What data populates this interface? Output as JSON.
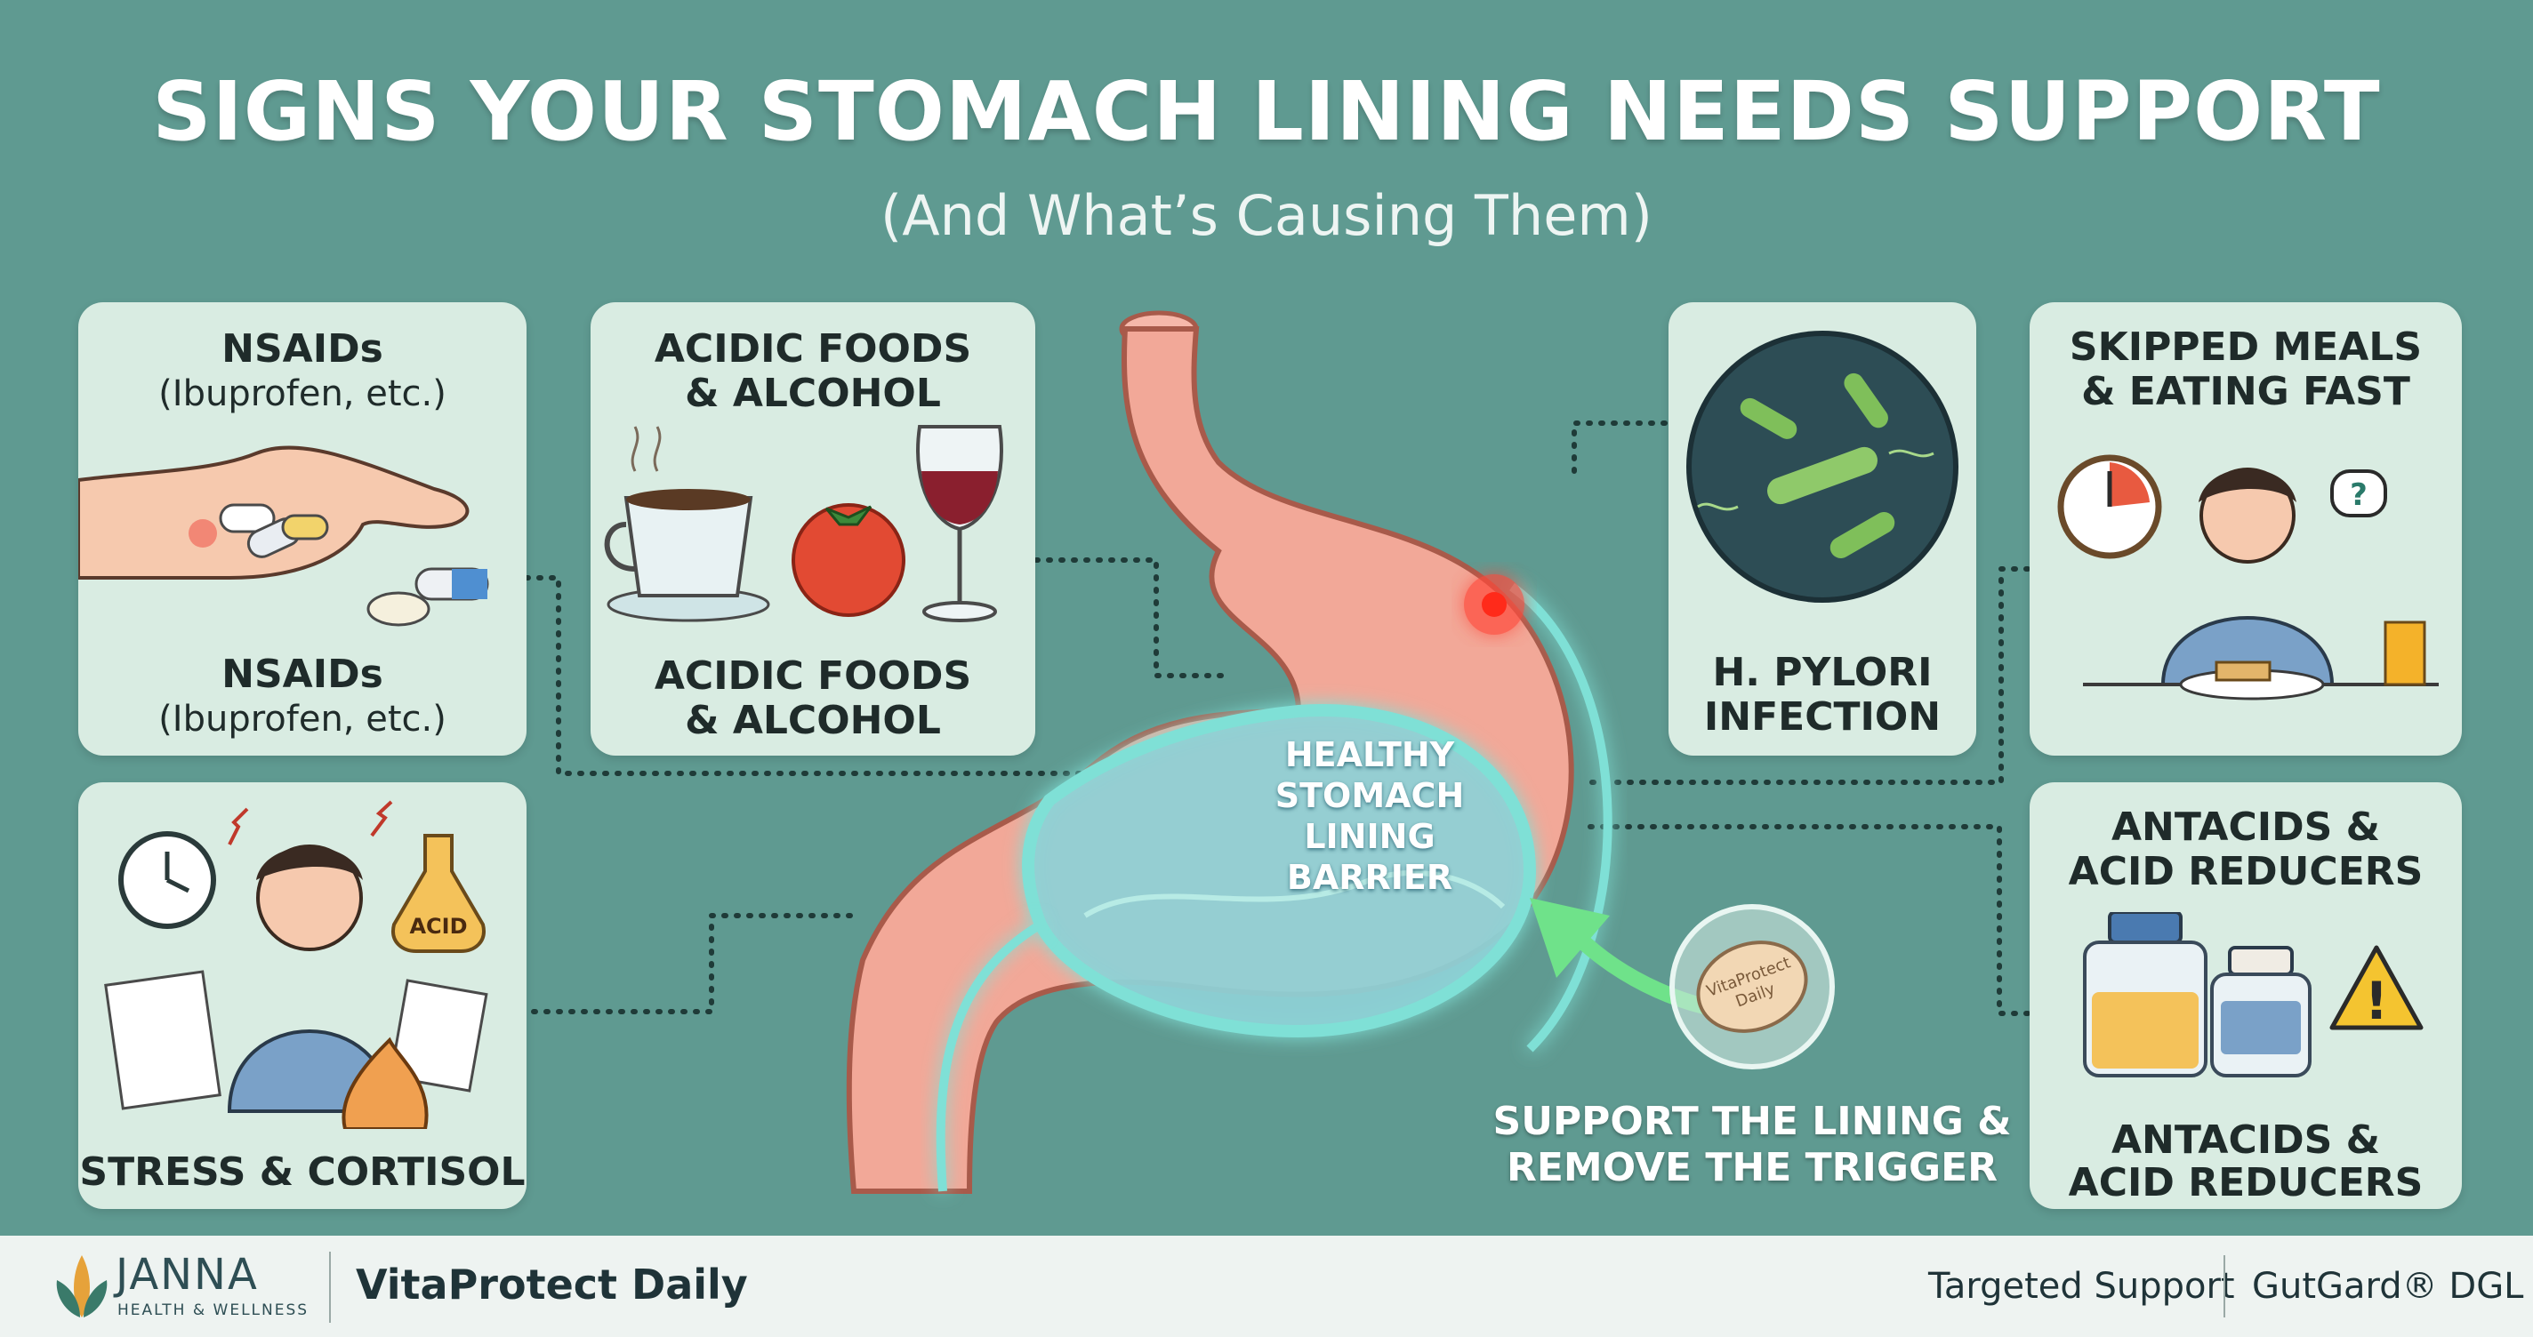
{
  "header": {
    "title": "SIGNS YOUR STOMACH LINING NEEDS SUPPORT",
    "subtitle": "(And What’s Causing Them)"
  },
  "cards": {
    "nsaids": {
      "title_top": "NSAIDs",
      "sub_top": "(Ibuprofen, etc.)",
      "title_bottom": "NSAIDs",
      "sub_bottom": "(Ibuprofen, etc.)"
    },
    "acidic": {
      "title_top_l1": "ACIDIC FOODS",
      "title_top_l2": "& ALCOHOL",
      "title_bottom_l1": "ACIDIC FOODS",
      "title_bottom_l2": "& ALCOHOL"
    },
    "stress": {
      "title": "STRESS & CORTISOL",
      "flask_label": "ACID"
    },
    "pylori": {
      "title_l1": "H. PYLORI",
      "title_l2": "INFECTION"
    },
    "meals": {
      "title_l1": "SKIPPED MEALS",
      "title_l2": "& EATING FAST",
      "bubble": "?"
    },
    "antacids": {
      "title_top_l1": "ANTACIDS &",
      "title_top_l2": "ACID REDUCERS",
      "title_bottom_l1": "ANTACIDS &",
      "title_bottom_l2": "ACID REDUCERS",
      "warning": "!"
    }
  },
  "center": {
    "label_l1": "HEALTHY",
    "label_l2": "STOMACH",
    "label_l3": "LINING",
    "label_l4": "BARRIER",
    "pill_text_l1": "VitaProtect",
    "pill_text_l2": "Daily",
    "support_l1": "SUPPORT THE LINING &",
    "support_l2": "REMOVE THE TRIGGER"
  },
  "footer": {
    "brand": "JANNA",
    "brand_tagline": "HEALTH & WELLNESS",
    "product": "VitaProtect Daily",
    "targeted": "Targeted Support",
    "ingredient": "GutGard® DGL"
  },
  "colors": {
    "background": "#5f9a91",
    "card": "#d9ece2",
    "stomach": "#f2a898",
    "lining_glow": "#7fe0d6",
    "footer": "#eef3f1",
    "brand": "#2e4e54"
  }
}
